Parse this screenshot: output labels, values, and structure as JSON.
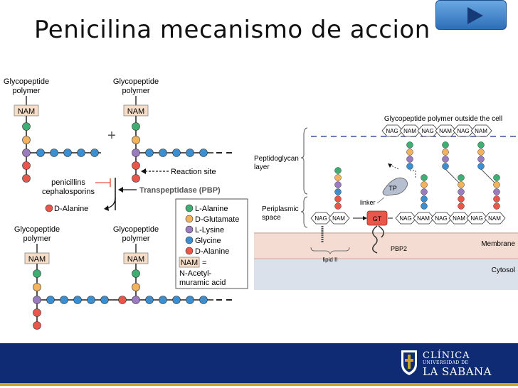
{
  "slide": {
    "title": "Penicilina mecanismo de accion",
    "next_icon": "play-triangle-icon"
  },
  "left_panel": {
    "top_left_label_1": "Glycopeptide",
    "top_left_label_2": "polymer",
    "top_right_label_1": "Glycopeptide",
    "top_right_label_2": "polymer",
    "bottom_left_label_1": "Glycopeptide",
    "bottom_left_label_2": "polymer",
    "bottom_right_label_1": "Glycopeptide",
    "bottom_right_label_2": "polymer",
    "nam": "NAM",
    "plus": "+",
    "reaction_site": "Reaction site",
    "inhibitor_1": "penicillins",
    "inhibitor_2": "cephalosporins",
    "enzyme": "Transpeptidase (PBP)",
    "released": "D-Alanine"
  },
  "legend": {
    "items": [
      {
        "label": "L-Alanine",
        "color": "#3fae73"
      },
      {
        "label": "D-Glutamate",
        "color": "#f2b35c"
      },
      {
        "label": "L-Lysine",
        "color": "#9b7cc1"
      },
      {
        "label": "Glycine",
        "color": "#3b8fd1"
      },
      {
        "label": "D-Alanine",
        "color": "#e8574a"
      }
    ],
    "nam_key": "NAM",
    "nam_eq": "=",
    "nam_def_1": "N-Acetyl-",
    "nam_def_2": "muramic acid"
  },
  "right_panel": {
    "outside": "Glycopeptide polymer outside the cell",
    "pg_1": "Peptidoglycan",
    "pg_2": "layer",
    "peri_1": "Periplasmic",
    "peri_2": "space",
    "nag": "NAG",
    "nam": "NAM",
    "tp": "TP",
    "linker": "linker",
    "gt": "GT",
    "pbp2": "PBP2",
    "membrane": "Membrane",
    "cytosol": "Cytosol",
    "lipid": "lipid II"
  },
  "footer": {
    "logo_line1": "CLÍNICA",
    "logo_line2": "UNIVERSIDAD DE",
    "logo_line3": "LA SABANA",
    "bar_color": "#0f2b74",
    "accent_color": "#c9a227"
  }
}
